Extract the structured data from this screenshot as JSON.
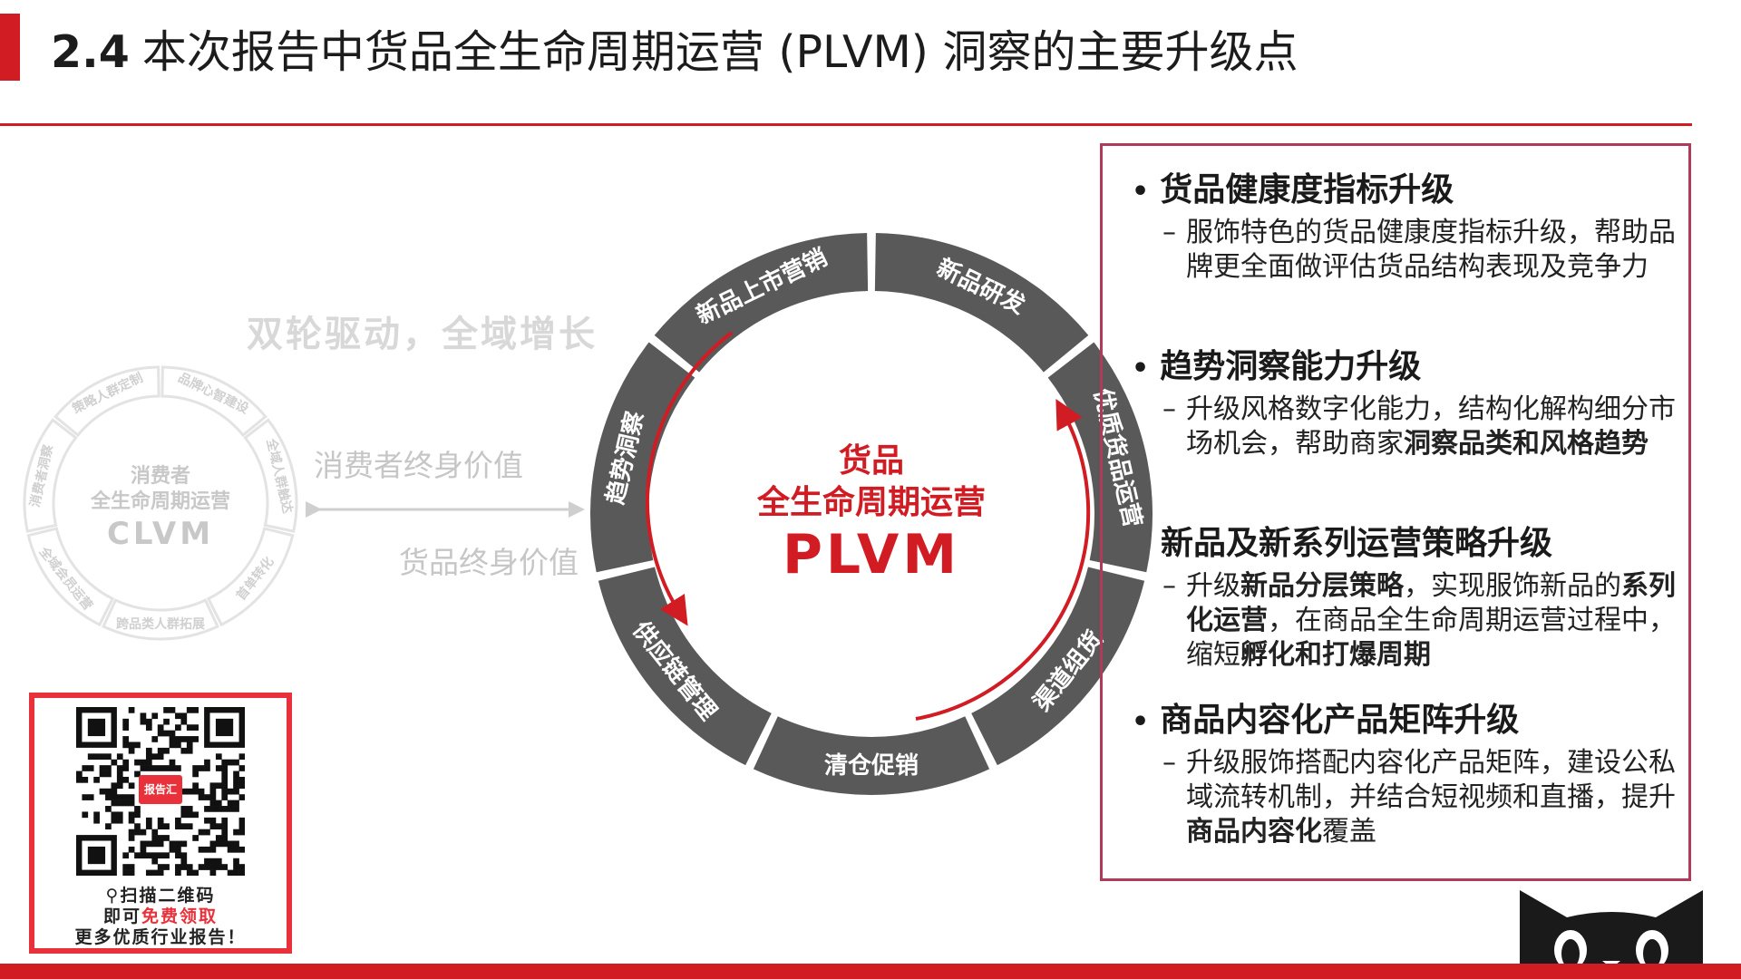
{
  "header": {
    "number": "2.4",
    "title": "本次报告中货品全生命周期运营 (PLVM) 洞察的主要升级点"
  },
  "left": {
    "slogan": "双轮驱动，全域增长",
    "small_wheel": {
      "line1": "消费者",
      "line2": "全生命周期运营",
      "line3": "CLVM",
      "segments": [
        "品牌心智建设",
        "全域人群触达",
        "首单转化",
        "跨品类人群拓展",
        "全域会员运营",
        "消费者洞察",
        "策略人群定制"
      ]
    },
    "flow_top": "消费者终身价值",
    "flow_bottom": "货品终身价值"
  },
  "wheel": {
    "center_line1": "货品",
    "center_line2": "全生命周期运营",
    "center_line3": "PLVM",
    "segments": [
      "新品研发",
      "优质货品运营",
      "渠道组货",
      "清仓促销",
      "供应链管理",
      "趋势洞察",
      "新品上市营销"
    ]
  },
  "right": {
    "sections": [
      {
        "bullet": "•",
        "title": "货品健康度指标升级",
        "dash": "–",
        "body": [
          {
            "text": "服饰特色的货品健康度指标升级，帮助品牌更全面做评估货品结构表现及竞争力"
          }
        ]
      },
      {
        "bullet": "•",
        "title": "趋势洞察能力升级",
        "dash": "–",
        "body": [
          {
            "text": "升级风格数字化能力，结构化解构细分市场机会，帮助商家"
          },
          {
            "text": "洞察品类和风格趋势",
            "bold": true
          }
        ]
      },
      {
        "bullet": "",
        "title": "新品及新系列运营策略升级",
        "dash": "–",
        "body": [
          {
            "text": "升级"
          },
          {
            "text": "新品分层策略",
            "bold": true
          },
          {
            "text": "，实现服饰新品的"
          },
          {
            "text": "系列化运营",
            "bold": true
          },
          {
            "text": "，在商品全生命周期运营过程中，缩短"
          },
          {
            "text": "孵化和打爆周期",
            "bold": true
          }
        ]
      },
      {
        "bullet": "•",
        "title": "商品内容化产品矩阵升级",
        "dash": "–",
        "body": [
          {
            "text": "升级服饰搭配内容化产品矩阵，建设公私域流转机制，并结合短视频和直播，提升"
          },
          {
            "text": "商品内容化",
            "bold": true
          },
          {
            "text": "覆盖"
          }
        ]
      }
    ]
  },
  "qr": {
    "badge": "报告汇",
    "line1": "扫描二维码",
    "line2_a": "即可",
    "line2_b": "免费领取",
    "line3": "更多优质行业报告！"
  },
  "colors": {
    "brand_red": "#d11c24",
    "wheel_gray": "#595959",
    "panel_border": "#b03a5a"
  }
}
